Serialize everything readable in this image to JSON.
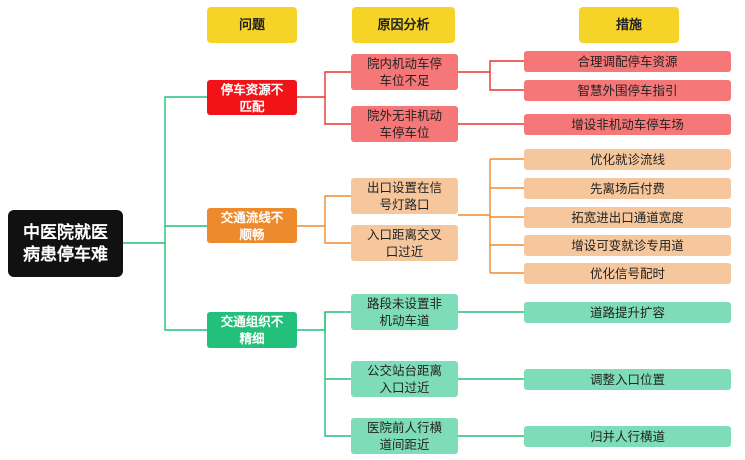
{
  "headers": {
    "problem": "问题",
    "cause": "原因分析",
    "measure": "措施"
  },
  "root": {
    "line1": "中医院就医",
    "line2": "病患停车难"
  },
  "problems": [
    {
      "line1": "停车资源不",
      "line2": "匹配"
    },
    {
      "line1": "交通流线不",
      "line2": "顺畅"
    },
    {
      "line1": "交通组织不",
      "line2": "精细"
    }
  ],
  "causes": [
    {
      "line1": "院内机动车停",
      "line2": "车位不足"
    },
    {
      "line1": "院外无非机动",
      "line2": "车停车位"
    },
    {
      "line1": "出口设置在信",
      "line2": "号灯路口"
    },
    {
      "line1": "入口距离交叉",
      "line2": "口过近"
    },
    {
      "line1": "路段未设置非",
      "line2": "机动车道"
    },
    {
      "line1": "公交站台距离",
      "line2": "入口过近"
    },
    {
      "line1": "医院前人行横",
      "line2": "道间距近"
    }
  ],
  "measures": [
    "合理调配停车资源",
    "智慧外围停车指引",
    "增设非机动车停车场",
    "优化就诊流线",
    "先离场后付费",
    "拓宽进出口通道宽度",
    "增设可变就诊专用道",
    "优化信号配时",
    "道路提升扩容",
    "调整入口位置",
    "归并人行横道"
  ],
  "colors": {
    "header": "#f5d327",
    "root": "#111111",
    "red": "#f01418",
    "orange": "#ee8a2e",
    "green": "#22c07a",
    "red_light": "#f57777",
    "orange_light": "#f6c79c",
    "green_light": "#7fdcb8"
  }
}
